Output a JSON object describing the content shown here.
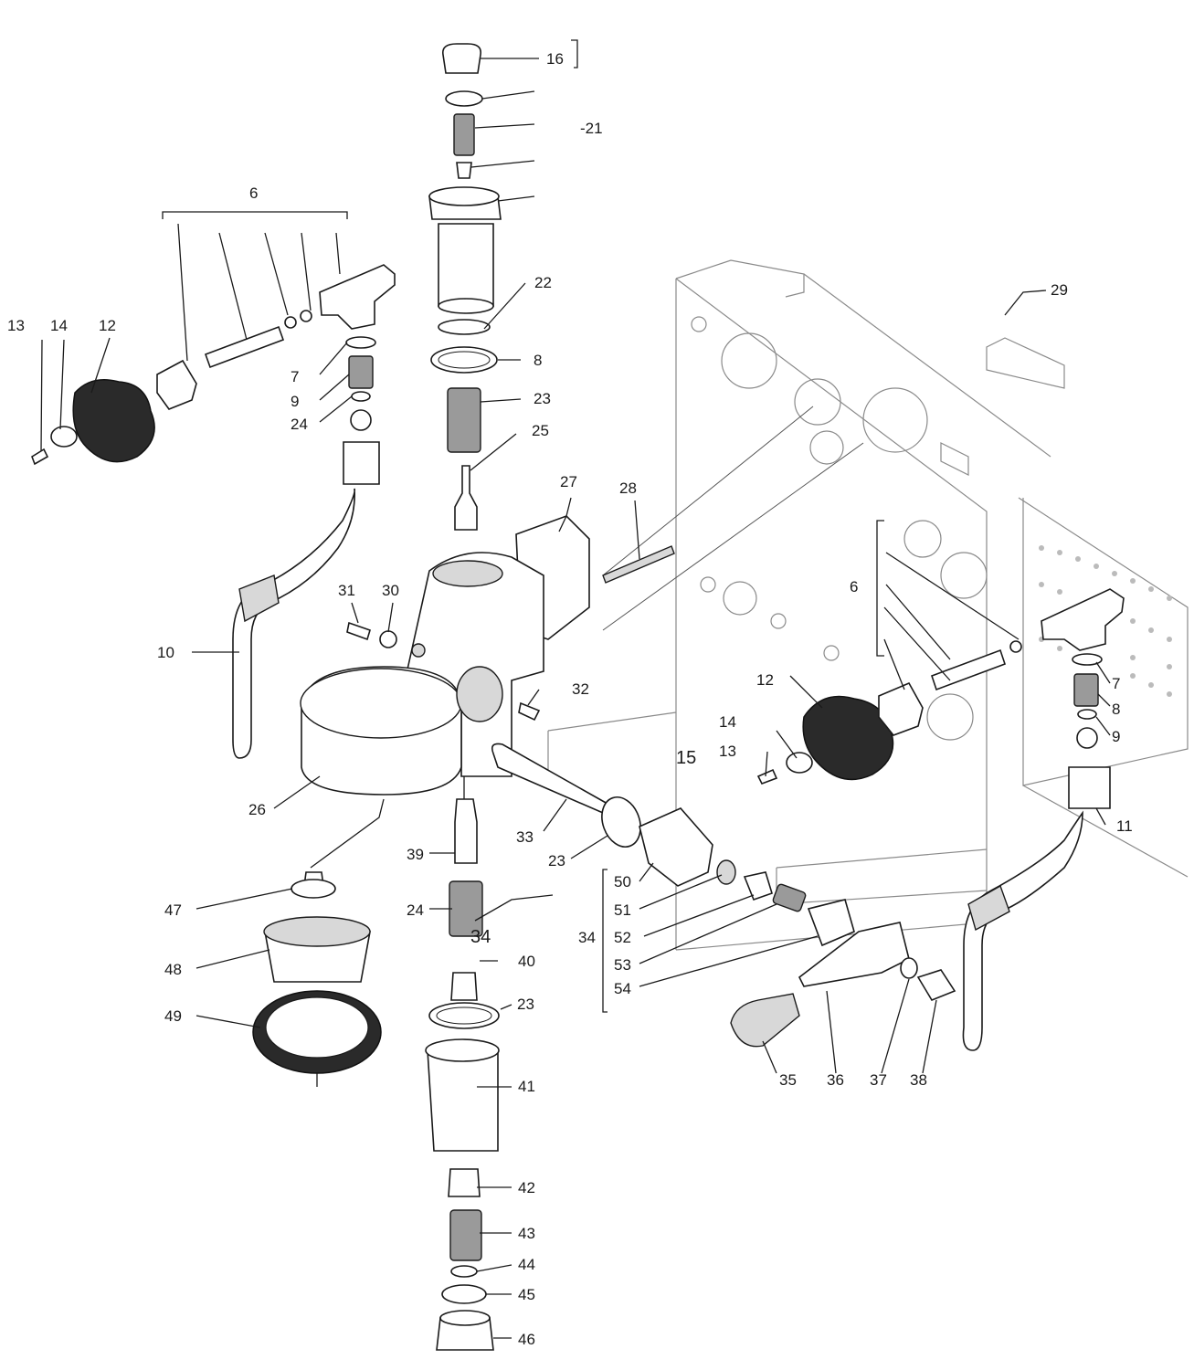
{
  "callouts": [
    {
      "id": "c16",
      "text": "16"
    },
    {
      "id": "c21",
      "text": "-21"
    },
    {
      "id": "c6a",
      "text": "6"
    },
    {
      "id": "c22",
      "text": "22"
    },
    {
      "id": "c29",
      "text": "29"
    },
    {
      "id": "c13a",
      "text": "13"
    },
    {
      "id": "c14a",
      "text": "14"
    },
    {
      "id": "c12a",
      "text": "12"
    },
    {
      "id": "c7a",
      "text": "7"
    },
    {
      "id": "c8a",
      "text": "8"
    },
    {
      "id": "c9a",
      "text": "9"
    },
    {
      "id": "c23a",
      "text": "23"
    },
    {
      "id": "c24a",
      "text": "24"
    },
    {
      "id": "c25",
      "text": "25"
    },
    {
      "id": "c27",
      "text": "27"
    },
    {
      "id": "c28",
      "text": "28"
    },
    {
      "id": "c31",
      "text": "31"
    },
    {
      "id": "c30",
      "text": "30"
    },
    {
      "id": "c10",
      "text": "10"
    },
    {
      "id": "c6b",
      "text": "6"
    },
    {
      "id": "c7b",
      "text": "7"
    },
    {
      "id": "c12b",
      "text": "12"
    },
    {
      "id": "c32",
      "text": "32"
    },
    {
      "id": "c8b",
      "text": "8"
    },
    {
      "id": "c14b",
      "text": "14"
    },
    {
      "id": "c9b",
      "text": "9"
    },
    {
      "id": "c15",
      "text": "15"
    },
    {
      "id": "c13b",
      "text": "13"
    },
    {
      "id": "c26",
      "text": "26"
    },
    {
      "id": "c11",
      "text": "11"
    },
    {
      "id": "c33",
      "text": "33"
    },
    {
      "id": "c23b",
      "text": "23"
    },
    {
      "id": "c39",
      "text": "39"
    },
    {
      "id": "c50",
      "text": "50"
    },
    {
      "id": "c47",
      "text": "47"
    },
    {
      "id": "c24b",
      "text": "24"
    },
    {
      "id": "c51",
      "text": "51"
    },
    {
      "id": "c34",
      "text": "34"
    },
    {
      "id": "c34b",
      "text": "34"
    },
    {
      "id": "c52",
      "text": "52"
    },
    {
      "id": "c48",
      "text": "48"
    },
    {
      "id": "c40",
      "text": "40"
    },
    {
      "id": "c53",
      "text": "53"
    },
    {
      "id": "c54",
      "text": "54"
    },
    {
      "id": "c49",
      "text": "49"
    },
    {
      "id": "c23c",
      "text": "23"
    },
    {
      "id": "c41",
      "text": "41"
    },
    {
      "id": "c35",
      "text": "35"
    },
    {
      "id": "c36",
      "text": "36"
    },
    {
      "id": "c37",
      "text": "37"
    },
    {
      "id": "c38",
      "text": "38"
    },
    {
      "id": "c42",
      "text": "42"
    },
    {
      "id": "c43",
      "text": "43"
    },
    {
      "id": "c44",
      "text": "44"
    },
    {
      "id": "c45",
      "text": "45"
    },
    {
      "id": "c46",
      "text": "46"
    }
  ]
}
